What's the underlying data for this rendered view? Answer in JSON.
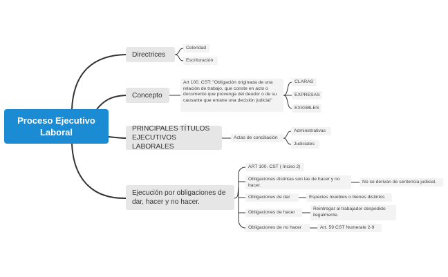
{
  "root": "Proceso Ejecutivo\nLaboral",
  "branches": [
    {
      "label": "Directrices",
      "children": [
        "Celeridad",
        "Escrituración"
      ]
    },
    {
      "label": "Concepto",
      "detail": "Art 100. CST: \"Obligación originada de una relación de trabajo, que conste en acto o documento que provenga del deudor o  de su causante que emane una decisión judicial\"",
      "children": [
        "CLARAS",
        "EXPRESAS",
        "EXIGIBLES"
      ]
    },
    {
      "label": "PRINCIPALES TÍTULOS EJECUTIVOS LABORALES",
      "via": "Actas de conciliación",
      "children": [
        "Administrativas",
        "Judiciales"
      ]
    },
    {
      "label": "Ejecución por obligaciones de dar, hacer y no hacer.",
      "children": [
        {
          "label": "ART 100. CST ( Inciso 2)"
        },
        {
          "label": "Obligaciones distintas son las de hacer y no hacer.",
          "child": "No se derivan de sentencia judicial."
        },
        {
          "label": "Obligaciones de dar",
          "child": "Especies muebles o bienes distintos"
        },
        {
          "label": "Obligaciones de hacer",
          "child": "Reintregar al trabajador despedido ilegalmente."
        },
        {
          "label": "Obligaciones de no hacer",
          "child": "Art. 59 CST Numerale 2-9"
        }
      ]
    }
  ],
  "colors": {
    "root": "#1b8bd3",
    "main_node": "#e6e6e6",
    "sub_node": "#f3f3f3",
    "connector": "#333333"
  }
}
